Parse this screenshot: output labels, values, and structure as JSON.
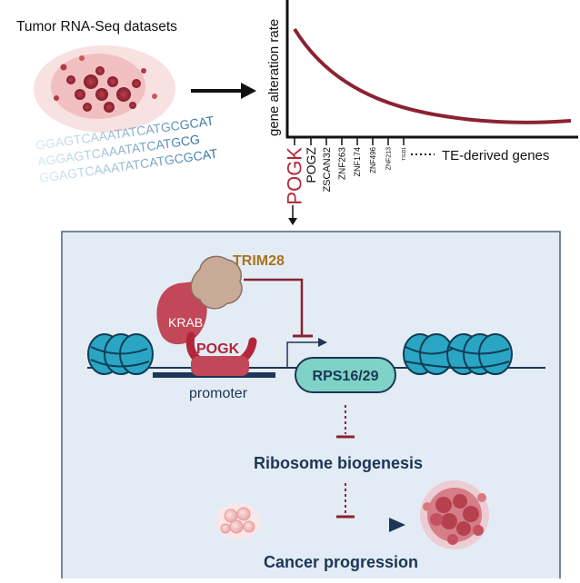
{
  "top_left": {
    "title": "Tumor RNA-Seq datasets",
    "dna_lines": [
      "GGAGTCAAATATCATGCGCAT",
      "AGGAGTCAAATATCATGCG",
      "GGAGTCAAATATCATGCGCAT"
    ]
  },
  "plot": {
    "ylabel": "gene alteration rate",
    "xlabel_suffix": "TE-derived genes",
    "genes": [
      "POGK",
      "POGZ",
      "ZSCAN32",
      "ZNF263",
      "ZNF174",
      "ZNF496",
      "ZNF213",
      "TIGD1"
    ]
  },
  "panel": {
    "trim28": "TRIM28",
    "krab": "KRAB",
    "pogk": "POGK",
    "promoter": "promoter",
    "rps": "RPS16/29",
    "ribosome": "Ribosome biogenesis",
    "cancer": "Cancer progression"
  },
  "colors": {
    "curve": "#8b2232",
    "pogk_red": "#b3263a",
    "trim28_gold": "#a8741e",
    "krab_protein": "#c24758",
    "trim28_protein": "#c9aa98",
    "panel_bg": "#e3ecf4",
    "panel_border": "#44627f",
    "nucleosome": "#2aa6c4",
    "rps_fill": "#7ed3c6",
    "navy": "#1d3557"
  }
}
